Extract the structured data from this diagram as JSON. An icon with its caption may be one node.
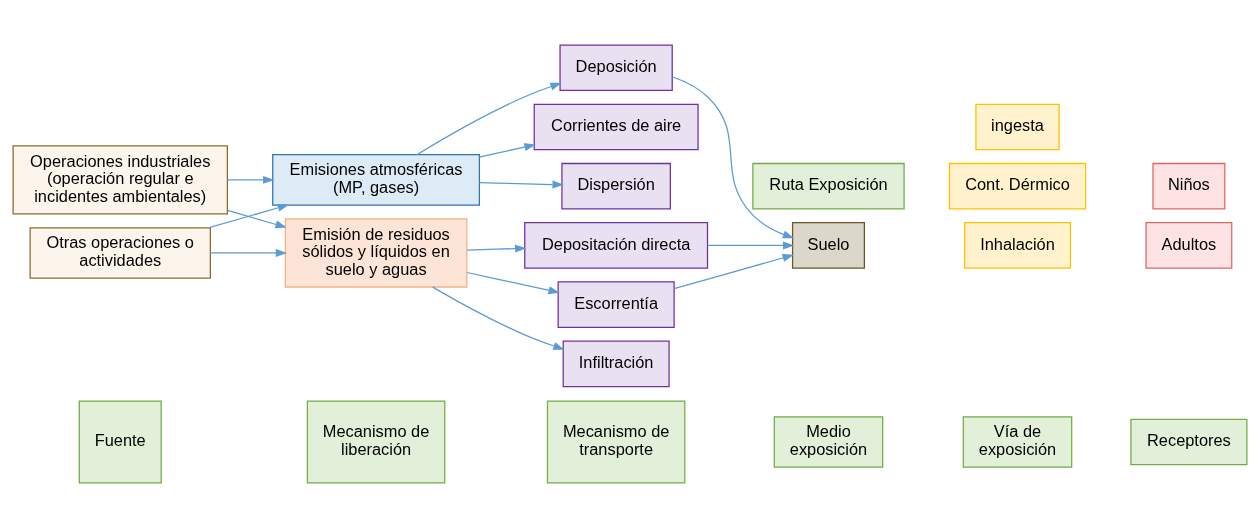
{
  "diagram": {
    "nodes": [
      {
        "text": [
          "Fuente"
        ]
      },
      {
        "text": [
          "Mecanismo de liberación"
        ]
      },
      {
        "text": [
          "Mecanismo de transporte"
        ]
      },
      {
        "text": [
          "Ruta Exposición"
        ]
      },
      {
        "text": [
          "Medio exposición"
        ]
      },
      {
        "text": [
          "Vía de exposición"
        ]
      },
      {
        "text": [
          "Receptores"
        ]
      },
      {
        "text": [
          "Operaciones industriales (operación regular e incidentes ambientales)"
        ]
      },
      {
        "text": [
          "Otras operaciones o actividades"
        ]
      },
      {
        "text": [
          "Emisiones atmosféricas (MP, gases)"
        ]
      },
      {
        "text": [
          "Emisión de residuos sólidos y líquidos en suelo y aguas"
        ]
      },
      {
        "text": [
          "Corrientes de aire"
        ]
      },
      {
        "text": [
          "Dispersión"
        ]
      },
      {
        "text": [
          "Deposición"
        ]
      },
      {
        "text": [
          "Depositación directa"
        ]
      },
      {
        "text": [
          "Escorrentía"
        ]
      },
      {
        "text": [
          "Infiltración"
        ]
      },
      {
        "text": [
          "Suelo"
        ]
      },
      {
        "text": [
          "Inhalación"
        ]
      },
      {
        "text": [
          "Cont. Dérmico"
        ]
      },
      {
        "text": [
          "ingesta"
        ]
      },
      {
        "text": [
          "Adultos"
        ]
      },
      {
        "text": [
          "Niños"
        ]
      }
    ],
    "edges": [
      {
        "from": 7,
        "to": 9,
        "arrow": "to"
      },
      {
        "from": 7,
        "to": 10,
        "arrow": "to"
      },
      {
        "from": 8,
        "to": 9,
        "arrow": "to"
      },
      {
        "from": 8,
        "to": 10,
        "arrow": "to"
      },
      {
        "from": 9,
        "to": 11,
        "arrow": "to"
      },
      {
        "from": 9,
        "to": 12,
        "arrow": "to"
      },
      {
        "from": 9,
        "to": 13,
        "arrow": "to"
      },
      {
        "from": 10,
        "to": 14,
        "arrow": "to"
      },
      {
        "from": 10,
        "to": 15,
        "arrow": "to"
      },
      {
        "from": 10,
        "to": 16,
        "arrow": "to"
      },
      {
        "from": 13,
        "to": 17,
        "arrow": "to"
      },
      {
        "from": 14,
        "to": 17,
        "arrow": "to"
      },
      {
        "from": 15,
        "to": 17,
        "arrow": "to"
      }
    ]
  }
}
